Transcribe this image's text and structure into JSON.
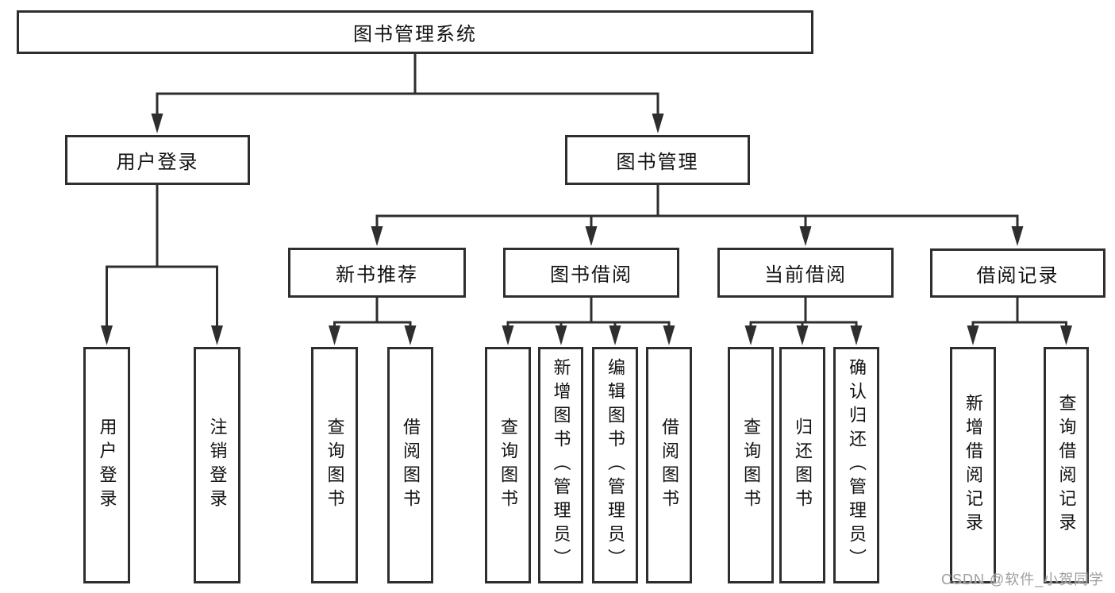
{
  "tree": {
    "label": "图书管理系统",
    "children": [
      {
        "label": "用户登录",
        "children": [
          {
            "label": "用户登录"
          },
          {
            "label": "注销登录"
          }
        ]
      },
      {
        "label": "图书管理",
        "children": [
          {
            "label": "新书推荐",
            "children": [
              {
                "label": "查询图书"
              },
              {
                "label": "借阅图书"
              }
            ]
          },
          {
            "label": "图书借阅",
            "children": [
              {
                "label": "查询图书"
              },
              {
                "label": "新增图书（管理员）"
              },
              {
                "label": "编辑图书（管理员）"
              },
              {
                "label": "借阅图书"
              }
            ]
          },
          {
            "label": "当前借阅",
            "children": [
              {
                "label": "查询图书"
              },
              {
                "label": "归还图书"
              },
              {
                "label": "确认归还（管理员）"
              }
            ]
          },
          {
            "label": "借阅记录",
            "children": [
              {
                "label": "新增借阅记录"
              },
              {
                "label": "查询借阅记录"
              }
            ]
          }
        ]
      }
    ]
  },
  "watermark": {
    "text": "CSDN @软件_小贺同学"
  },
  "colors": {
    "line": "#2e2e2e",
    "text": "#111111",
    "watermark": "#9e9e9e",
    "background": "#ffffff"
  }
}
